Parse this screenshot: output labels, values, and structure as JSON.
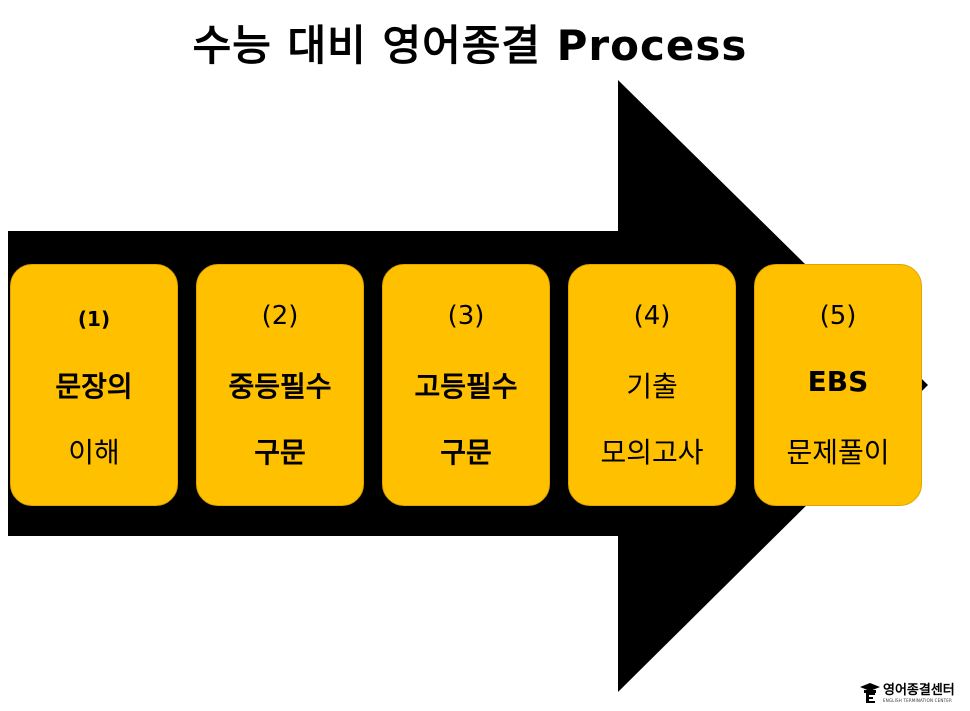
{
  "title": "수능 대비 영어종결 Process",
  "colors": {
    "arrow": "#000000",
    "box": "#ffc000"
  },
  "steps": [
    {
      "num": "(1)",
      "line1": "문장의",
      "line2": "이해"
    },
    {
      "num": "(2)",
      "line1": "중등필수",
      "line2": "구문"
    },
    {
      "num": "(3)",
      "line1": "고등필수",
      "line2": "구문"
    },
    {
      "num": "(4)",
      "line1": "기출",
      "line2": "모의고사"
    },
    {
      "num": "(5)",
      "line1": "EBS",
      "line2": "문제풀이"
    }
  ],
  "logo": {
    "name": "영어종결센터",
    "subtitle": "ENGLISH TERMINATION CENTER",
    "icon": "graduation-cap-icon"
  }
}
